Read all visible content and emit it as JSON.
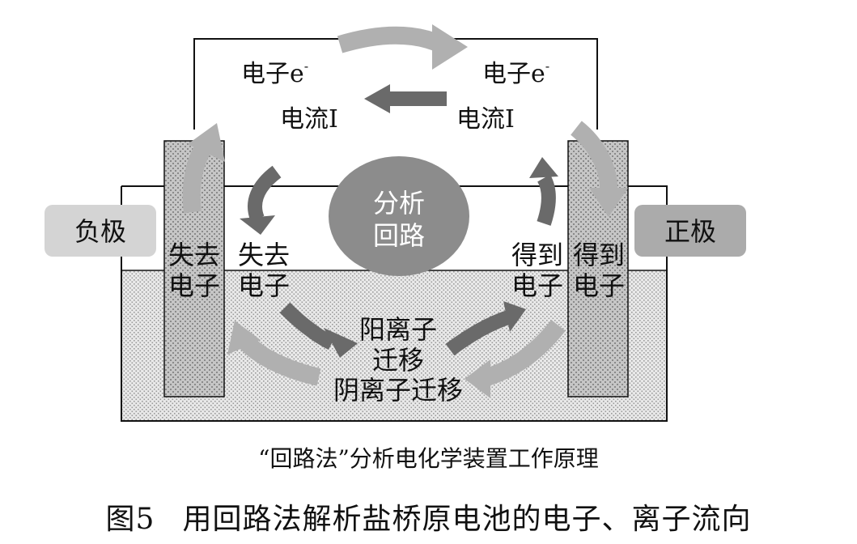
{
  "diagram": {
    "wire_left_label_electron": "电子e",
    "wire_right_label_electron": "电子e",
    "electron_superscript": "-",
    "wire_left_label_current": "电流I",
    "wire_right_label_current": "电流I",
    "center_label_line1": "分析",
    "center_label_line2": "回路",
    "negative_electrode_label": "负极",
    "positive_electrode_label": "正极",
    "left_electrode_text_line1": "失去",
    "left_electrode_text_line2": "电子",
    "left_inner_text_line1": "失去",
    "left_inner_text_line2": "电子",
    "right_electrode_text_line1": "得到",
    "right_electrode_text_line2": "电子",
    "right_inner_text_line1": "得到",
    "right_inner_text_line2": "电子",
    "anion_upper_line1": "阳离子",
    "anion_upper_line2": "迁移",
    "anion_lower": "阴离子迁移",
    "colors": {
      "light_arrow": "#b0b0b0",
      "dark_arrow": "#6a6a6a",
      "center_circle": "#8c8c8c",
      "negative_box": "#d4d4d4",
      "positive_box": "#ababab"
    }
  },
  "caption": {
    "subtitle": "“回路法”分析电化学装置工作原理",
    "figure_number": "图5",
    "figure_title": "用回路法解析盐桥原电池的电子、离子流向"
  }
}
